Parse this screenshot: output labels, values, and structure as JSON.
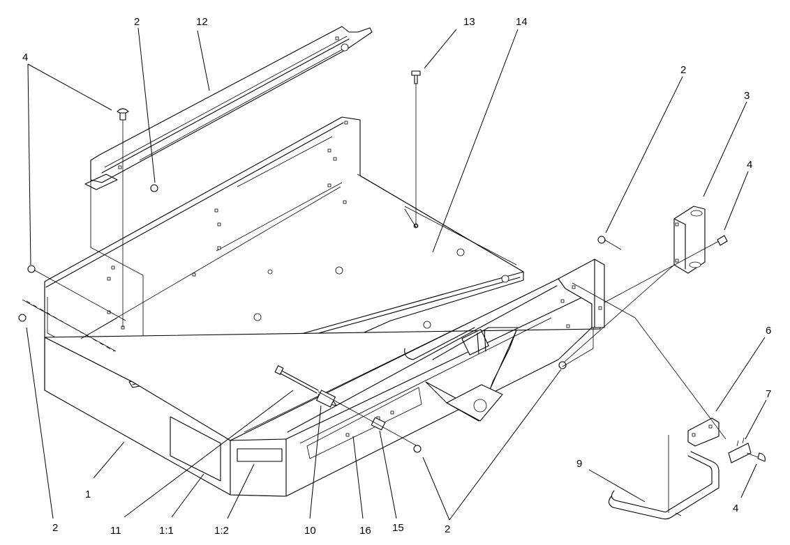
{
  "callouts": [
    {
      "id": "c1",
      "label": "1"
    },
    {
      "id": "c1_1",
      "label": "1:1"
    },
    {
      "id": "c1_2",
      "label": "1:2"
    },
    {
      "id": "c2_top",
      "label": "2"
    },
    {
      "id": "c2_right",
      "label": "2"
    },
    {
      "id": "c2_left",
      "label": "2"
    },
    {
      "id": "c2_bottom",
      "label": "2"
    },
    {
      "id": "c3",
      "label": "3"
    },
    {
      "id": "c4_topleft",
      "label": "4"
    },
    {
      "id": "c4_right",
      "label": "4"
    },
    {
      "id": "c4_bottomright",
      "label": "4"
    },
    {
      "id": "c6",
      "label": "6"
    },
    {
      "id": "c7",
      "label": "7"
    },
    {
      "id": "c9",
      "label": "9"
    },
    {
      "id": "c10",
      "label": "10"
    },
    {
      "id": "c11",
      "label": "11"
    },
    {
      "id": "c12",
      "label": "12"
    },
    {
      "id": "c13",
      "label": "13"
    },
    {
      "id": "c14",
      "label": "14"
    },
    {
      "id": "c15",
      "label": "15"
    },
    {
      "id": "c16",
      "label": "16"
    }
  ]
}
